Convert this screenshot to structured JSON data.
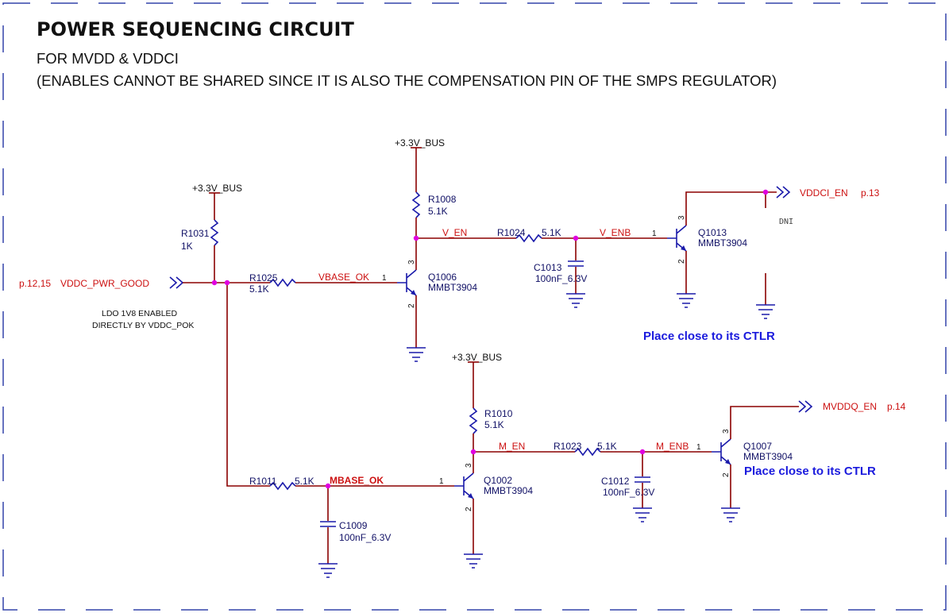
{
  "title": "POWER SEQUENCING CIRCUIT",
  "subtitle_1": "FOR MVDD & VDDCI",
  "subtitle_2": "(ENABLES CANNOT BE SHARED SINCE IT IS ALSO THE COMPENSATION PIN OF THE SMPS REGULATOR)",
  "supplies": {
    "rail_r1031": "+3.3V_BUS",
    "rail_r1008": "+3.3V_BUS",
    "rail_r1010": "+3.3V_BUS"
  },
  "ports": {
    "in_page": "p.12,15",
    "in_name": "VDDC_PWR_GOOD",
    "vddci_name": "VDDCI_EN",
    "vddci_page": "p.13",
    "mvddq_name": "MVDDQ_EN",
    "mvddq_page": "p.14"
  },
  "notes": {
    "ldo_1": "LDO 1V8 ENABLED",
    "ldo_2": "DIRECTLY BY VDDC_POK",
    "place_1": "Place close to its CTLR",
    "place_2": "Place close to its CTLR",
    "dni": "DNI"
  },
  "resistors": {
    "r1031": {
      "ref": "R1031",
      "value": "1K"
    },
    "r1025": {
      "ref": "R1025",
      "value": "5.1K"
    },
    "r1008": {
      "ref": "R1008",
      "value": "5.1K"
    },
    "r1024": {
      "ref": "R1024",
      "value": "5.1K"
    },
    "r1010": {
      "ref": "R1010",
      "value": "5.1K"
    },
    "r1023": {
      "ref": "R1023",
      "value": "5.1K"
    },
    "r1011": {
      "ref": "R1011",
      "value": "5.1K"
    }
  },
  "capacitors": {
    "c1013": {
      "ref": "C1013",
      "value": "100nF_6.3V"
    },
    "c1012": {
      "ref": "C1012",
      "value": "100nF_6.3V"
    },
    "c1009": {
      "ref": "C1009",
      "value": "100nF_6.3V"
    }
  },
  "transistors": {
    "q1006": {
      "ref": "Q1006",
      "part": "MMBT3904"
    },
    "q1013": {
      "ref": "Q1013",
      "part": "MMBT3904"
    },
    "q1002": {
      "ref": "Q1002",
      "part": "MMBT3904"
    },
    "q1007": {
      "ref": "Q1007",
      "part": "MMBT3904"
    }
  },
  "nets": {
    "vbase_ok": "VBASE_OK",
    "v_en": "V_EN",
    "v_enb": "V_ENB",
    "mbase_ok": "MBASE_OK",
    "m_en": "M_EN",
    "m_enb": "M_ENB"
  },
  "pins": {
    "base": "1",
    "collector": "3",
    "emitter": "2"
  },
  "colors": {
    "wire": "#8b0000",
    "component": "#1a1aaa",
    "net_label": "#cc1111",
    "junction": "#e000e0",
    "placement_note": "#1a1add"
  }
}
